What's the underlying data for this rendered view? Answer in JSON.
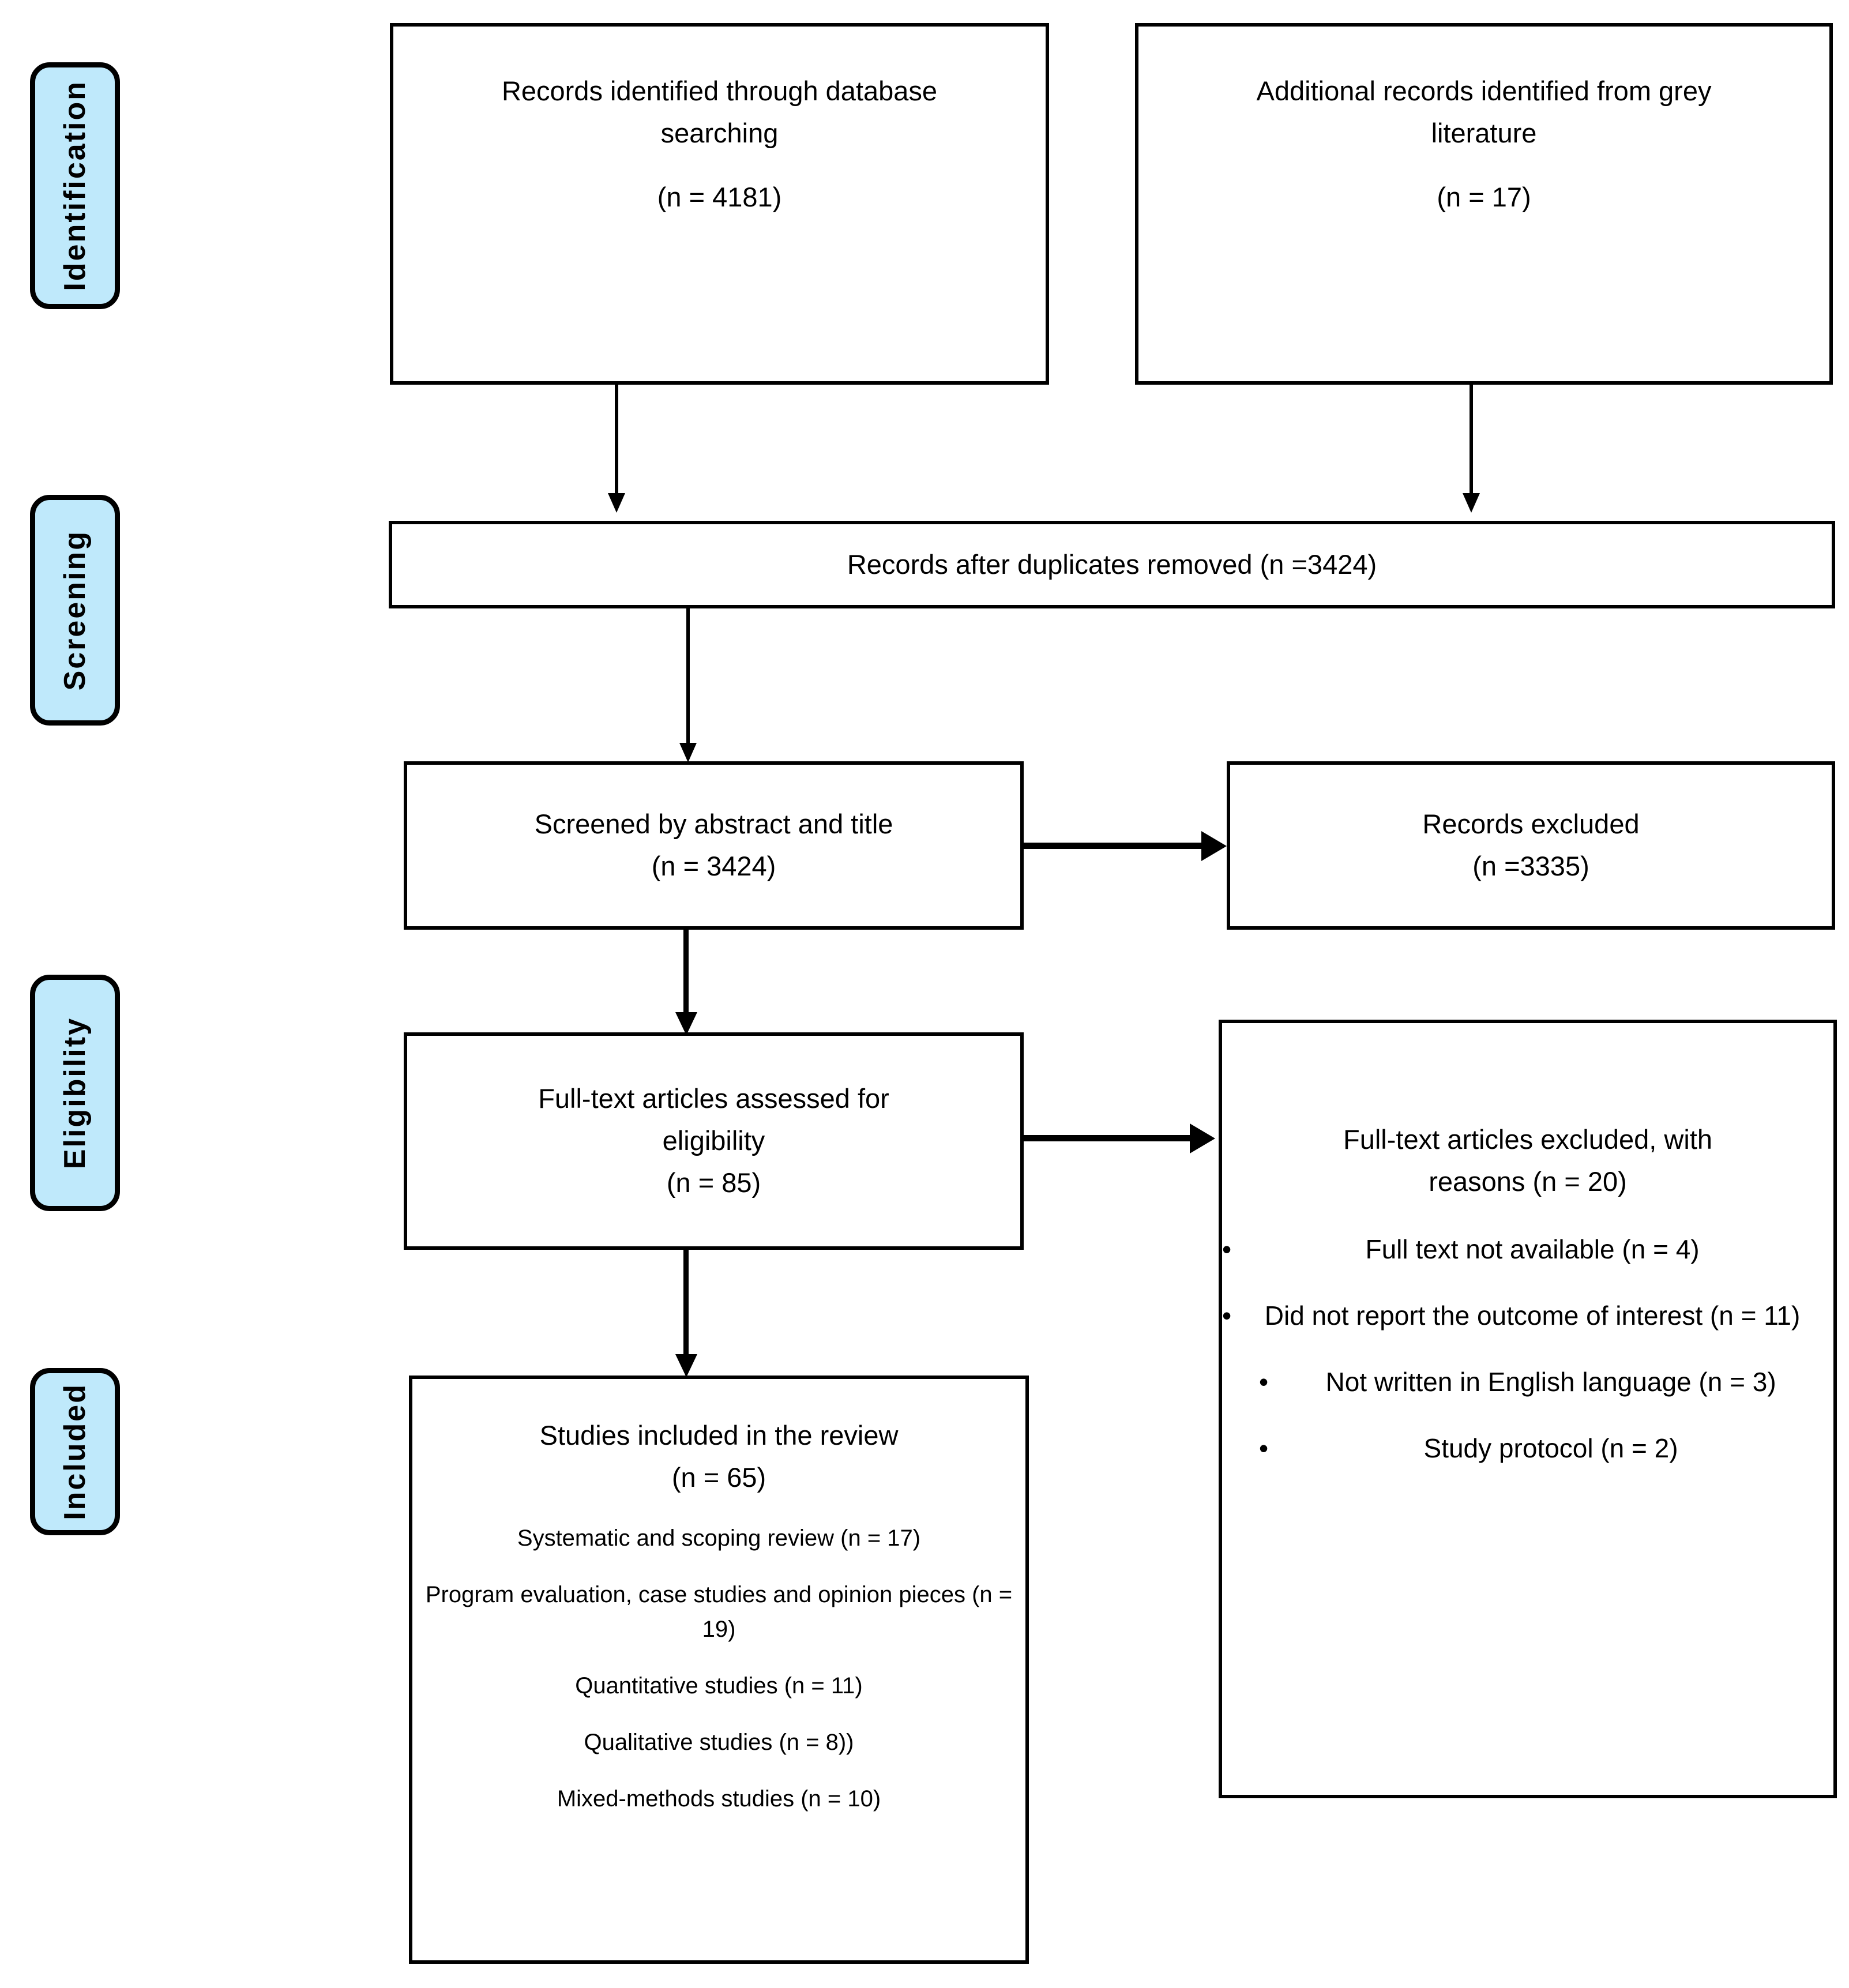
{
  "diagram": {
    "title": "PRISMA flow diagram",
    "accent_color": "#bfe9fb",
    "line_color": "#000000",
    "background_color": "#ffffff"
  },
  "stages": [
    {
      "label": "Identification"
    },
    {
      "label": "Screening"
    },
    {
      "label": "Eligibility"
    },
    {
      "label": "Included"
    }
  ],
  "boxes": {
    "database_records": {
      "line1": "Records identified through database",
      "line2": "searching",
      "count": "(n = 4181)"
    },
    "grey_literature": {
      "line1": "Additional records identified from grey",
      "line2": "literature",
      "count": "(n = 17)"
    },
    "duplicates_removed": {
      "line1": "Records after duplicates removed (n =3424)"
    },
    "screened": {
      "line1": "Screened by abstract and title",
      "count": "(n = 3424)"
    },
    "records_excluded": {
      "line1": "Records excluded",
      "count": "(n =3335)"
    },
    "fulltext_assessed": {
      "line1": "Full-text articles assessed for",
      "line2": "eligibility",
      "count": "(n = 85)"
    },
    "fulltext_excluded": {
      "line1": "Full-text articles excluded, with",
      "line2": "reasons (n = 20)",
      "bullet_glyph": "•",
      "reasons": [
        {
          "text": "Full text not available (n = 4)",
          "indented": false
        },
        {
          "text": "Did not report the outcome of interest (n = 11)",
          "indented": false
        },
        {
          "text": "Not written in English language (n = 3)",
          "indented": true
        },
        {
          "text": "Study protocol (n = 2)",
          "indented": true
        }
      ]
    },
    "studies_included": {
      "line1": "Studies included in the review",
      "count": "(n = 65)",
      "breakdown": [
        "Systematic and scoping review (n = 17)",
        "Program evaluation, case studies and opinion pieces (n = 19)",
        "Quantitative studies (n = 11)",
        "Qualitative studies (n = 8))",
        "Mixed-methods studies (n = 10)"
      ]
    }
  },
  "chart_data": {
    "type": "diagram",
    "title": "PRISMA flow diagram",
    "nodes": [
      {
        "id": "database_records",
        "stage": "Identification",
        "label": "Records identified through database searching",
        "n": 4181
      },
      {
        "id": "grey_literature",
        "stage": "Identification",
        "label": "Additional records identified from grey literature",
        "n": 17
      },
      {
        "id": "duplicates_removed",
        "stage": "Screening",
        "label": "Records after duplicates removed",
        "n": 3424
      },
      {
        "id": "screened",
        "stage": "Screening",
        "label": "Screened by abstract and title",
        "n": 3424
      },
      {
        "id": "records_excluded",
        "stage": "Screening",
        "label": "Records excluded",
        "n": 3335
      },
      {
        "id": "fulltext_assessed",
        "stage": "Eligibility",
        "label": "Full-text articles assessed for eligibility",
        "n": 85
      },
      {
        "id": "fulltext_excluded",
        "stage": "Eligibility",
        "label": "Full-text articles excluded, with reasons",
        "n": 20
      },
      {
        "id": "studies_included",
        "stage": "Included",
        "label": "Studies included in the review",
        "n": 65
      }
    ],
    "edges": [
      {
        "from": "database_records",
        "to": "duplicates_removed"
      },
      {
        "from": "grey_literature",
        "to": "duplicates_removed"
      },
      {
        "from": "duplicates_removed",
        "to": "screened"
      },
      {
        "from": "screened",
        "to": "records_excluded"
      },
      {
        "from": "screened",
        "to": "fulltext_assessed"
      },
      {
        "from": "fulltext_assessed",
        "to": "fulltext_excluded"
      },
      {
        "from": "fulltext_assessed",
        "to": "studies_included"
      }
    ],
    "exclusion_reasons": [
      {
        "reason": "Full text not available",
        "n": 4
      },
      {
        "reason": "Did not report the outcome of interest",
        "n": 11
      },
      {
        "reason": "Not written in English language",
        "n": 3
      },
      {
        "reason": "Study protocol",
        "n": 2
      }
    ],
    "included_breakdown": [
      {
        "category": "Systematic and scoping review",
        "n": 17
      },
      {
        "category": "Program evaluation, case studies and opinion pieces",
        "n": 19
      },
      {
        "category": "Quantitative studies",
        "n": 11
      },
      {
        "category": "Qualitative studies",
        "n": 8
      },
      {
        "category": "Mixed-methods studies",
        "n": 10
      }
    ]
  }
}
